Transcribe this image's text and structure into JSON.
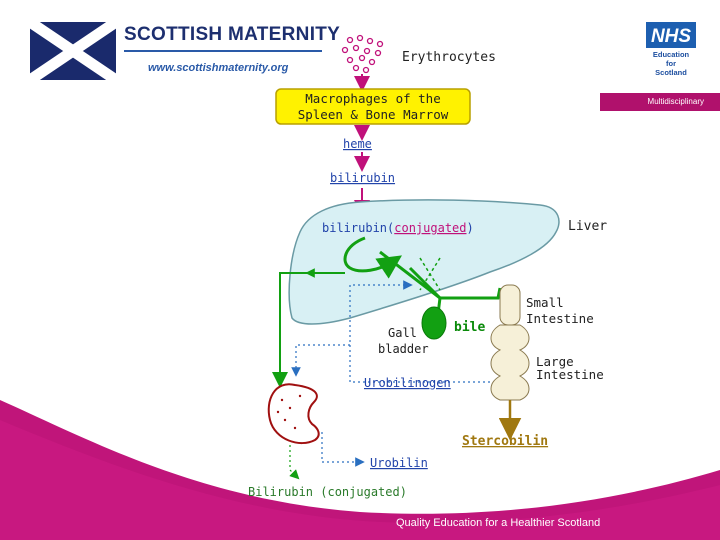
{
  "header": {
    "logo_title": "SCOTTISH MATERNITY",
    "logo_url": "www.scottishmaternity.org",
    "nhs_label": "NHS",
    "nhs_subtitle": "Education\nfor\nScotland",
    "badge": "Multidisciplinary"
  },
  "diagram": {
    "erythrocytes": "Erythrocytes",
    "macrophages_line1": "Macrophages of the",
    "macrophages_line2": "Spleen & Bone Marrow",
    "heme": "heme",
    "bilirubin": "bilirubin",
    "bilirubin_conj_prefix": "bilirubin(",
    "bilirubin_conj_word": "conjugated",
    "bilirubin_conj_suffix": ")",
    "liver": "Liver",
    "small_intestine_1": "Small",
    "small_intestine_2": "Intestine",
    "gall_bladder_1": "Gall",
    "gall_bladder_2": "bladder",
    "bile": "bile",
    "large_intestine_1": "Large",
    "large_intestine_2": "Intestine",
    "urobilinogen": "Urobilinogen",
    "stercobilin": "Stercobilin",
    "urobilin": "Urobilin",
    "bilirubin_conj_urine": "Bilirubin (conjugated)"
  },
  "footer": {
    "tagline": "Quality Education for a Healthier Scotland"
  },
  "colors": {
    "magenta": "#c0117a",
    "green": "#12a012",
    "blue": "#2a6fc0",
    "gold": "#a07810",
    "liver_fill": "#d8f0f4",
    "box_fill": "#fff200",
    "footer_wave": "#c0157a"
  }
}
